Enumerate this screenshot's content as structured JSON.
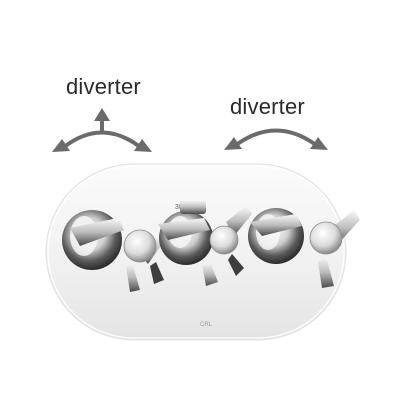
{
  "annotations": {
    "left_label": "diverter",
    "right_label": "diverter",
    "arrow_color": "#6b6b6b"
  },
  "product": {
    "brand_mark": "CRL",
    "scale_mark": "38"
  },
  "icons": [
    "up-arrow-icon",
    "curved-double-arrow-icon"
  ],
  "colors": {
    "chrome_light": "#f4f4f4",
    "chrome_dark": "#3c3c3c",
    "plate_edge": "#d8d8d8"
  }
}
